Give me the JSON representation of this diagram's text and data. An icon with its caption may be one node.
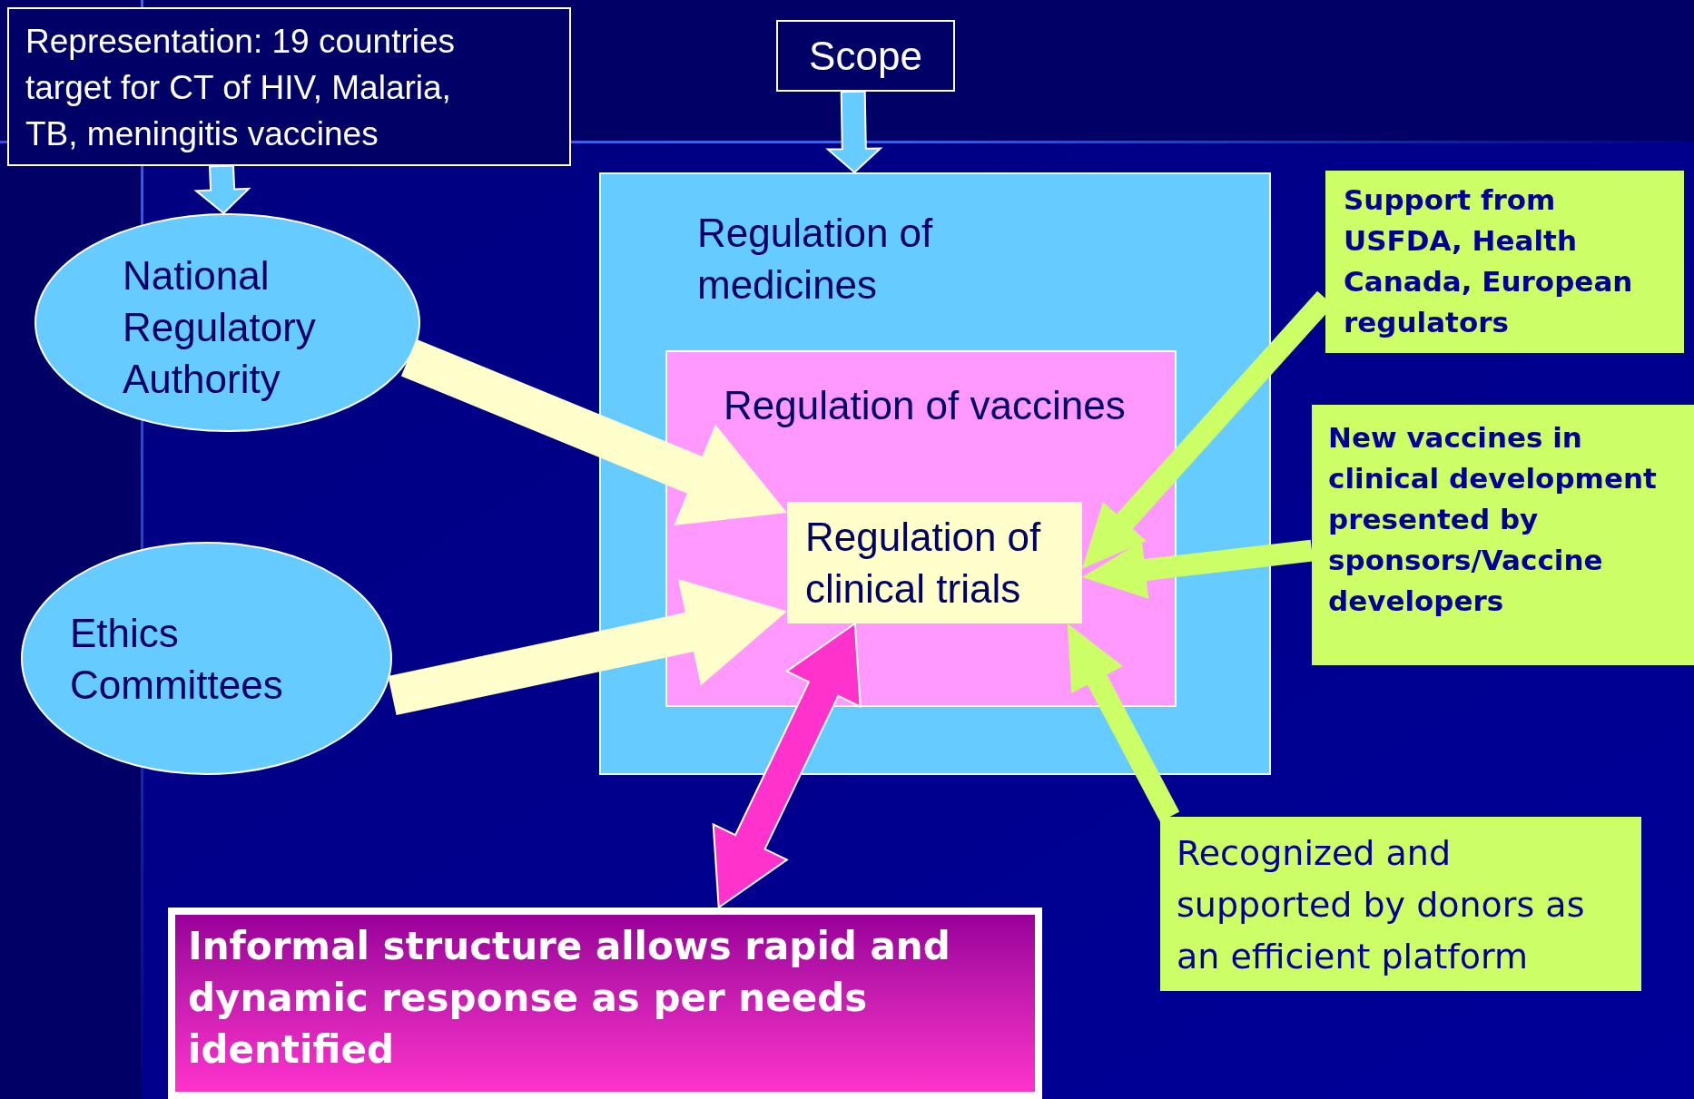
{
  "diagram": {
    "nodes": [
      {
        "text": [
          "Representation: 19 countries target for CT of HIV, Malaria, TB, meningitis vaccines"
        ]
      },
      {
        "text": [
          "Scope"
        ]
      },
      {
        "text": [
          "Regulation of medicines"
        ]
      },
      {
        "text": [
          "Regulation of vaccines"
        ],
        "in": 2
      },
      {
        "text": [
          "Regulation of clinical trials"
        ],
        "in": 3
      },
      {
        "text": [
          "National Regulatory Authority"
        ]
      },
      {
        "text": [
          "Ethics Committees"
        ]
      },
      {
        "text": [
          "Support from USFDA, Health Canada, European regulators"
        ]
      },
      {
        "text": [
          "New vaccines in clinical development presented by sponsors/Vaccine developers"
        ]
      },
      {
        "text": [
          "Recognized and supported by donors as an efficient platform"
        ]
      },
      {
        "text": [
          "Informal structure allows rapid and dynamic response as per needs identified"
        ]
      }
    ],
    "edges": [
      {
        "from": 0,
        "to": 5,
        "arrow": "to",
        "style": "thick",
        "color": "#66ccff"
      },
      {
        "from": 1,
        "to": 2,
        "arrow": "to",
        "style": "thick",
        "color": "#66ccff"
      },
      {
        "from": 5,
        "to": 4,
        "arrow": "to",
        "style": "thick",
        "color": "#ffffcc"
      },
      {
        "from": 6,
        "to": 4,
        "arrow": "to",
        "style": "thick",
        "color": "#ffffcc"
      },
      {
        "from": 7,
        "to": 4,
        "arrow": "to",
        "style": "thick",
        "color": "#ccff66"
      },
      {
        "from": 8,
        "to": 4,
        "arrow": "to",
        "style": "thick",
        "color": "#ccff66"
      },
      {
        "from": 9,
        "to": 4,
        "arrow": "to",
        "style": "thick",
        "color": "#ccff66"
      },
      {
        "from": 10,
        "to": 4,
        "arrow": "both",
        "style": "thick",
        "color": "#ff33cc"
      }
    ]
  }
}
